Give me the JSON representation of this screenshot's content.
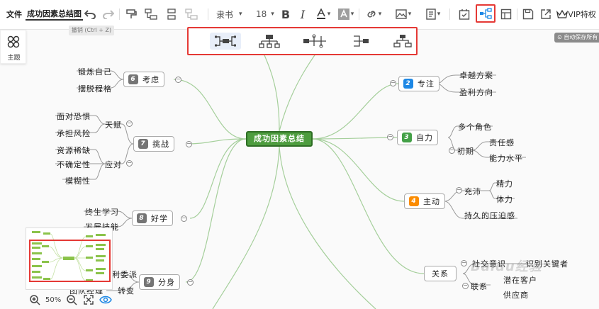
{
  "toolbar": {
    "file_menu": "文件",
    "doc_title": "成功因素总结图",
    "undo_tooltip": "撤销 (Ctrl + Z)",
    "font_family": "隶书",
    "font_size": "18",
    "vip_label": "VIP特权",
    "accent_color": "#e53935"
  },
  "left_panel": {
    "theme_label": "主题"
  },
  "autosave": "自动保存所有",
  "structure_popup": {
    "options": [
      "left-right-map",
      "org-chart-down",
      "timeline",
      "logic-left",
      "tree-down"
    ],
    "active": 0
  },
  "mindmap": {
    "root": "成功因素总结",
    "branches": {
      "b2": {
        "num": "2",
        "label": "专注",
        "color": "#1e88e5",
        "children": [
          "卓越方案",
          "盈利方向"
        ]
      },
      "b3": {
        "num": "3",
        "label": "自力",
        "color": "#43a047",
        "children": [
          "多个角色",
          "初期",
          "责任感",
          "能力水平"
        ]
      },
      "b4": {
        "num": "4",
        "label": "主动",
        "color": "#fb8c00",
        "children": [
          "充沛",
          "精力",
          "体力",
          "持久的压迫感"
        ]
      },
      "b5": {
        "label": "关系",
        "children": [
          "社交意识",
          "识别关键者",
          "潜在客户",
          "联系",
          "供应商"
        ]
      },
      "b6": {
        "num": "6",
        "label": "考虑",
        "color": "#757575",
        "children": [
          "锻炼自己",
          "摆脱程格"
        ]
      },
      "b7": {
        "num": "7",
        "label": "挑战",
        "color": "#757575",
        "children": [
          "天赋",
          "面对恐惧",
          "承担风险",
          "资源稀缺",
          "应对",
          "不确定性",
          "模糊性"
        ]
      },
      "b8": {
        "num": "8",
        "label": "好学",
        "color": "#757575",
        "children": [
          "终生学习",
          "发展技能"
        ]
      },
      "b9": {
        "num": "9",
        "label": "分身",
        "color": "#757575",
        "children": [
          "利委派",
          "团队经理",
          "转变"
        ]
      }
    }
  },
  "zoom": {
    "value": "50%"
  },
  "watermark": "Baidu经验"
}
